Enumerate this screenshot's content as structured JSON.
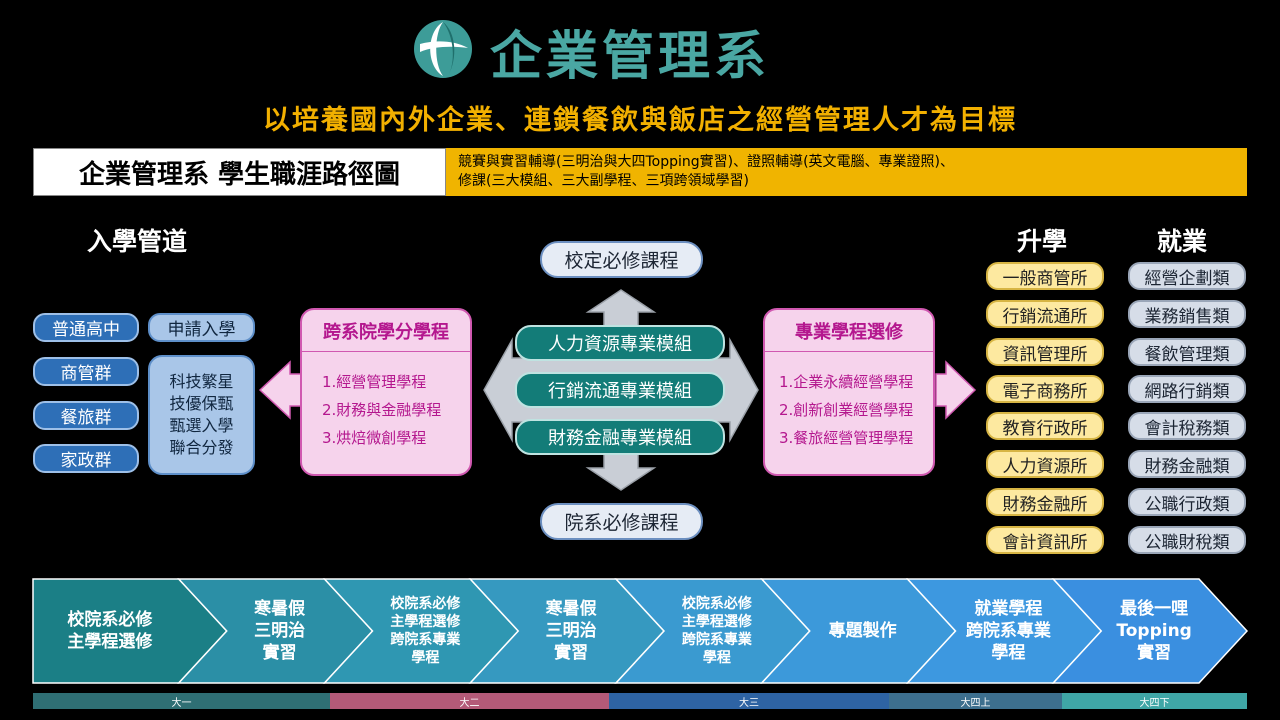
{
  "header": {
    "department_title": "企業管理系",
    "goal": "以培養國內外企業、連鎖餐飲與飯店之經營管理人才為目標"
  },
  "banner": {
    "title": "企業管理系 學生職涯路徑圖",
    "line1": "競賽與實習輔導(三明治與大四Topping實習)、證照輔導(英文電腦、專業證照)、",
    "line2": "修課(三大模組、三大副學程、三項跨領域學習)"
  },
  "admission": {
    "heading": "入學管道",
    "sources": [
      "普通高中",
      "商管群",
      "餐旅群",
      "家政群"
    ],
    "apply": "申請入學",
    "methods": [
      "科技繁星",
      "技優保甄",
      "甄選入學",
      "聯合分發"
    ]
  },
  "cross_program": {
    "title": "跨系院學分學程",
    "items": [
      "1.經營管理學程",
      "2.財務與金融學程",
      "3.烘焙微創學程"
    ]
  },
  "core": {
    "top": "校定必修課程",
    "bottom": "院系必修課程",
    "modules": [
      "人力資源專業模組",
      "行銷流通專業模組",
      "財務金融專業模組"
    ]
  },
  "elective": {
    "title": "專業學程選修",
    "items": [
      "1.企業永續經營學程",
      "2.創新創業經營學程",
      "3.餐旅經營管理學程"
    ]
  },
  "further_study": {
    "heading": "升學",
    "items": [
      "一般商管所",
      "行銷流通所",
      "資訊管理所",
      "電子商務所",
      "教育行政所",
      "人力資源所",
      "財務金融所",
      "會計資訊所"
    ]
  },
  "employment": {
    "heading": "就業",
    "items": [
      "經營企劃類",
      "業務銷售類",
      "餐飲管理類",
      "網路行銷類",
      "會計稅務類",
      "財務金融類",
      "公職行政類",
      "公職財稅類"
    ]
  },
  "timeline": {
    "steps": [
      {
        "lines": [
          "校院系必修",
          "主學程選修"
        ]
      },
      {
        "lines": [
          "寒暑假",
          "三明治",
          "實習"
        ]
      },
      {
        "lines": [
          "校院系必修",
          "主學程選修",
          "跨院系專業",
          "學程"
        ]
      },
      {
        "lines": [
          "寒暑假",
          "三明治",
          "實習"
        ]
      },
      {
        "lines": [
          "校院系必修",
          "主學程選修",
          "跨院系專業",
          "學程"
        ]
      },
      {
        "lines": [
          "專題製作"
        ]
      },
      {
        "lines": [
          "就業學程",
          "跨院系專業",
          "學程"
        ]
      },
      {
        "lines": [
          "最後一哩",
          "Topping",
          "實習"
        ]
      }
    ],
    "years": [
      "大一",
      "大二",
      "大三",
      "大四上",
      "大四下"
    ]
  },
  "colors": {
    "brand_teal": "#4aa7a3",
    "goal_gold": "#f2b000",
    "pink_accent": "#b4178e",
    "timeline_start": "#1b7f86",
    "timeline_end": "#3a8fe0"
  }
}
